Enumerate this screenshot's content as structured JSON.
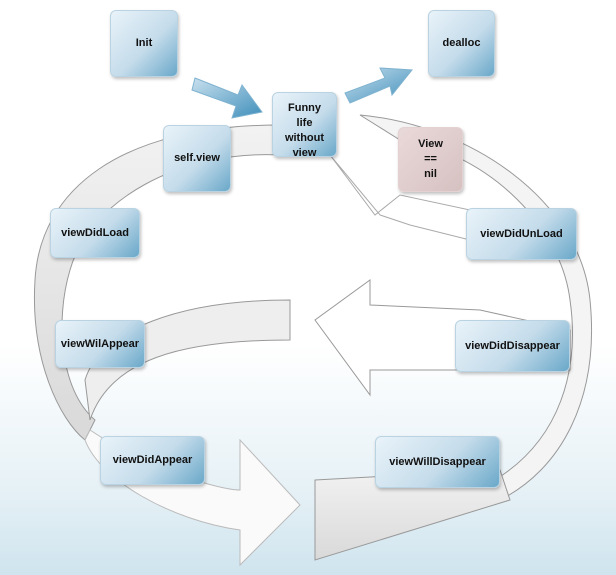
{
  "nodes": {
    "init": "Init",
    "dealloc": "dealloc",
    "funny_life": "Funny life without view",
    "self_view": "self.view",
    "view_nil": "View == nil",
    "view_did_load": "viewDidLoad",
    "view_did_unload": "viewDidUnLoad",
    "view_will_appear": "viewWilAppear",
    "view_did_disappear": "viewDidDisappear",
    "view_did_appear": "viewDidAppear",
    "view_will_disappear": "viewWillDisappear"
  },
  "colors": {
    "node": "#c5dceb",
    "node_dark": "#6aa8c9",
    "nil_node": "#d6c1c1",
    "arrow": "#7fb3d0"
  }
}
